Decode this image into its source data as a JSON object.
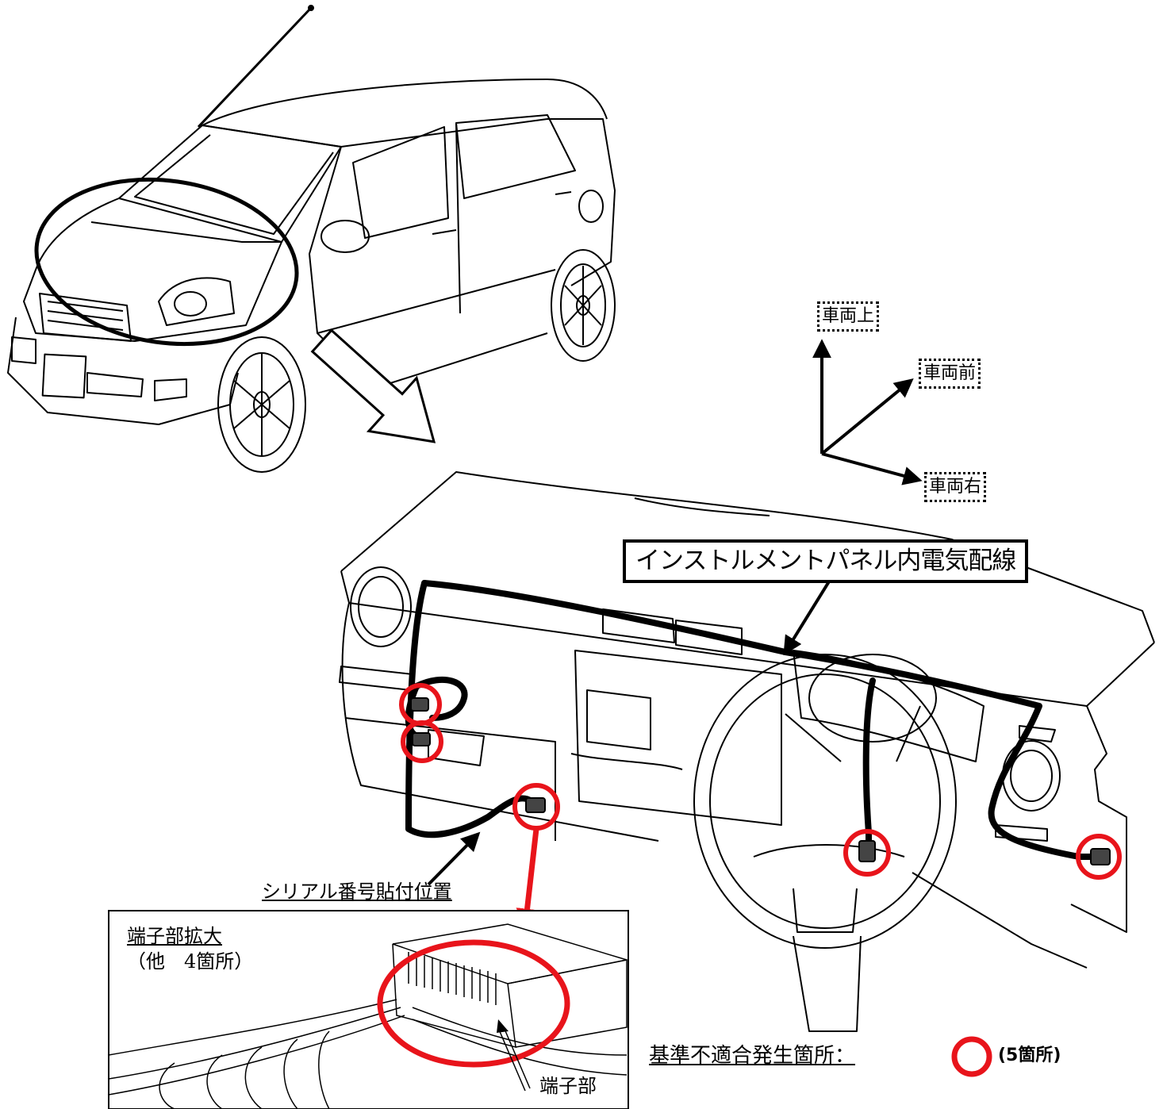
{
  "directions": {
    "up": "車両上",
    "front": "車両前",
    "right": "車両右"
  },
  "panel_title": "インストルメントパネル内電気配線",
  "serial_label": "シリアル番号貼付位置",
  "inset": {
    "title": "端子部拡大",
    "subtitle": "（他　4箇所）",
    "terminal_label": "端子部"
  },
  "legend": {
    "label": "基準不適合発生箇所：",
    "count": "(5箇所)",
    "marker_color": "#e8141b"
  },
  "colors": {
    "highlight": "#e8141b",
    "line": "#000000"
  }
}
